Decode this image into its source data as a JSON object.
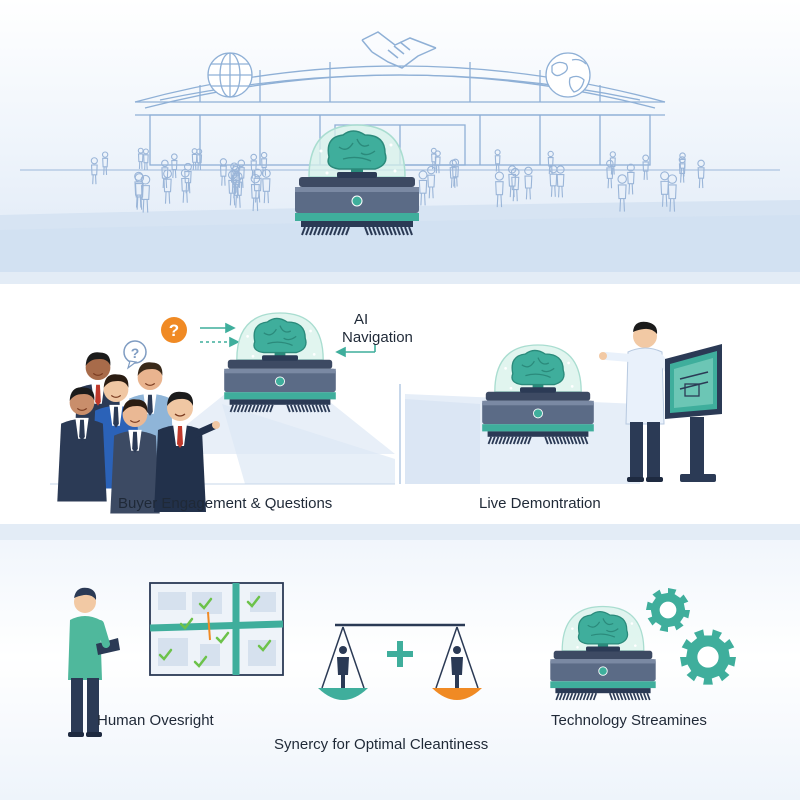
{
  "panel_top": {},
  "panel_middle": {
    "ai_label_line1": "AI",
    "ai_label_line2": "Navigation",
    "caption_left": "Buyer Engagement & Questions",
    "caption_right": "Live Demontration",
    "question_mark": "?"
  },
  "panel_bottom": {
    "caption_oversight": "Human Ovesright",
    "caption_synergy": "Synercy for Optimal Cleantiness",
    "caption_technology": "Technology Streamines"
  },
  "colors": {
    "teal": "#3fae9c",
    "navy": "#2b3a55",
    "orange": "#f08a24",
    "line_blue": "#8fb0d6",
    "sky": "#dfe9f6"
  },
  "icons": [
    "globe-icon",
    "handshake-icon",
    "world-map-icon",
    "brain-icon",
    "gear-icon",
    "checkmark-icon",
    "question-icon",
    "scale-icon",
    "person-icon"
  ]
}
